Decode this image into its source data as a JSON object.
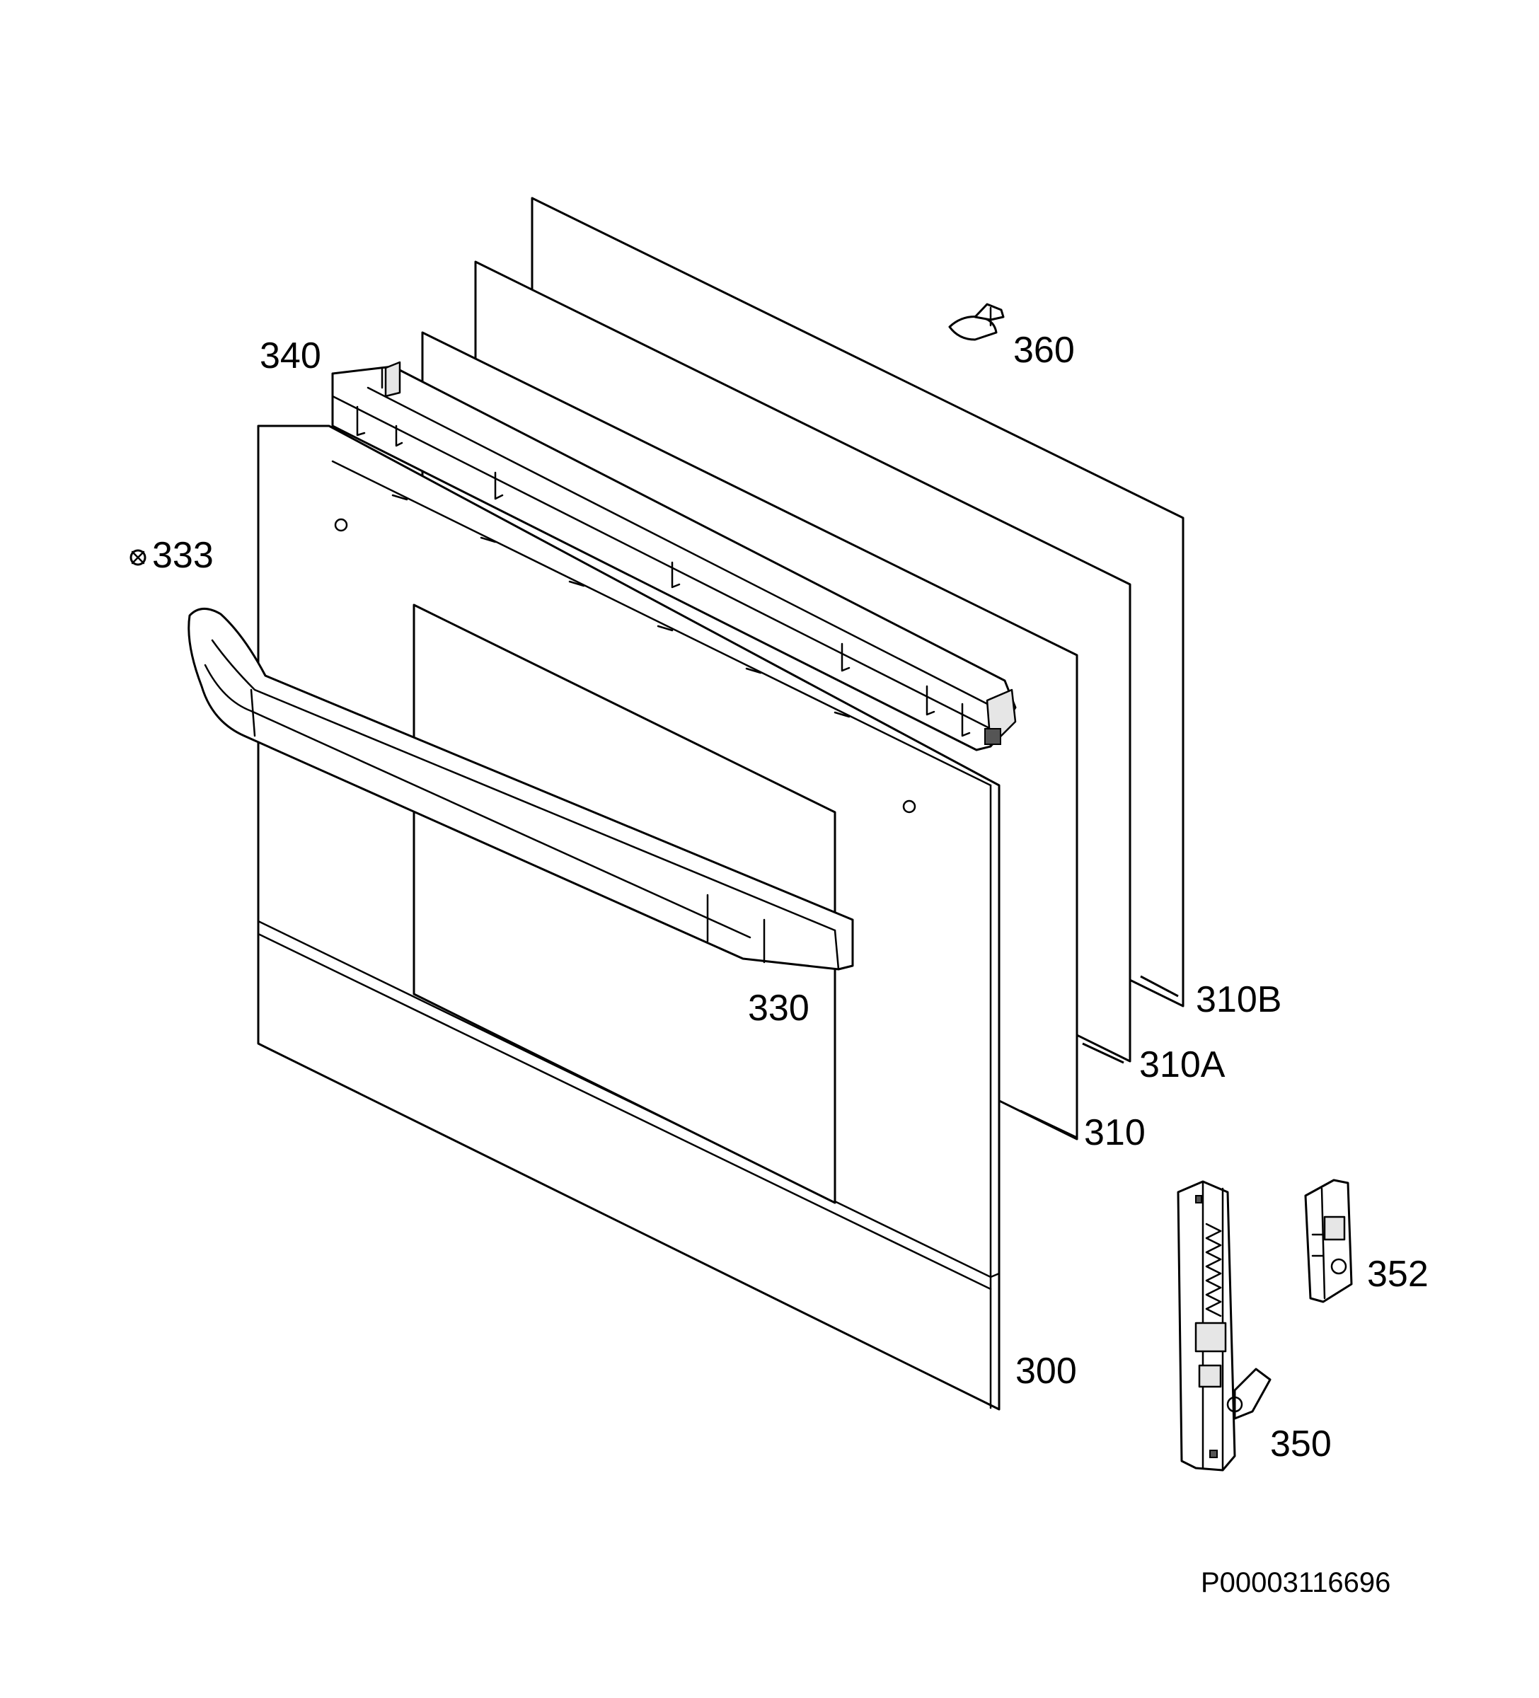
{
  "callouts": {
    "p360": "360",
    "p340": "340",
    "p333": "333",
    "p330": "330",
    "p310B": "310B",
    "p310A": "310A",
    "p310": "310",
    "p352": "352",
    "p300": "300",
    "p350": "350"
  },
  "document_id": "P00003116696"
}
